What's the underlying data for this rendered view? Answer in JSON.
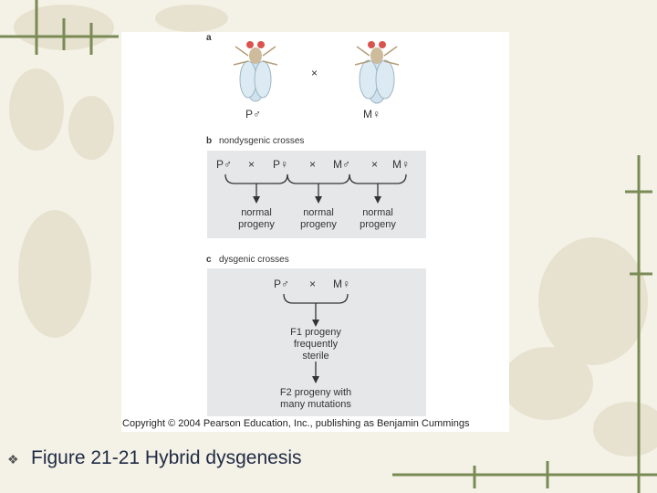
{
  "slide": {
    "title": "Figure 21-21 Hybrid dysgenesis",
    "bullet_icon": "diamond-bullet-icon"
  },
  "figure": {
    "part_a": {
      "label": "a",
      "fly_left_label": "P♂",
      "fly_right_label": "M♀",
      "cross_symbol": "×"
    },
    "part_b": {
      "label": "b",
      "caption": "nondysgenic crosses",
      "crosses": [
        {
          "left": "P♂",
          "right": "P♀",
          "outcome_line1": "normal",
          "outcome_line2": "progeny"
        },
        {
          "left": "P♀",
          "right": "M♂",
          "outcome_line1": "normal",
          "outcome_line2": "progeny"
        },
        {
          "left": "M♂",
          "right": "M♀",
          "outcome_line1": "normal",
          "outcome_line2": "progeny"
        }
      ],
      "cross_symbol": "×"
    },
    "part_c": {
      "label": "c",
      "caption": "dysgenic crosses",
      "left": "P♂",
      "right": "M♀",
      "cross_symbol": "×",
      "f1_line1": "F1 progeny",
      "f1_line2": "frequently",
      "f1_line3": "sterile",
      "f2_line1": "F2 progeny with",
      "f2_line2": "many mutations"
    },
    "copyright": "Copyright © 2004 Pearson Education, Inc., publishing as Benjamin Cummings"
  }
}
